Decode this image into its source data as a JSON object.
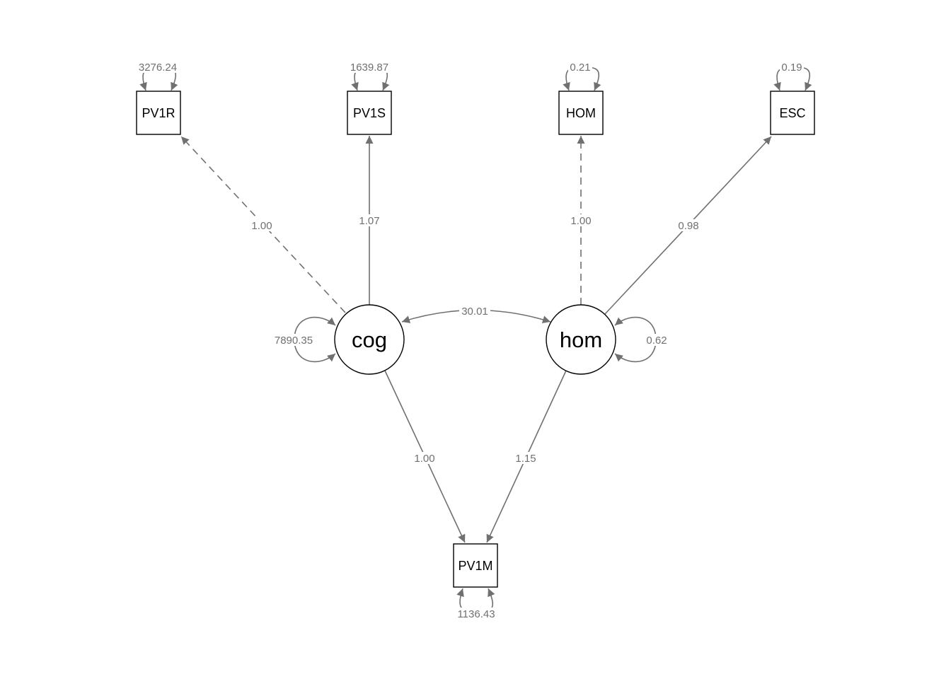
{
  "nodes": {
    "pv1r": {
      "label": "PV1R",
      "type": "manifest"
    },
    "pv1s": {
      "label": "PV1S",
      "type": "manifest"
    },
    "hom_m": {
      "label": "HOM",
      "type": "manifest"
    },
    "esc": {
      "label": "ESC",
      "type": "manifest"
    },
    "pv1m": {
      "label": "PV1M",
      "type": "manifest"
    },
    "cog": {
      "label": "cog",
      "type": "latent"
    },
    "hom": {
      "label": "hom",
      "type": "latent"
    }
  },
  "loadings": {
    "cog_pv1r": {
      "value": "1.00",
      "style": "dashed"
    },
    "cog_pv1s": {
      "value": "1.07",
      "style": "solid"
    },
    "hom_hom": {
      "value": "1.00",
      "style": "dashed"
    },
    "hom_esc": {
      "value": "0.98",
      "style": "solid"
    },
    "cog_pv1m": {
      "value": "1.00",
      "style": "solid"
    },
    "hom_pv1m": {
      "value": "1.15",
      "style": "solid"
    }
  },
  "covariances": {
    "cog_hom": "30.01"
  },
  "variances": {
    "pv1r": "3276.24",
    "pv1s": "1639.87",
    "hom_m": "0.21",
    "esc": "0.19",
    "pv1m": "1136.43",
    "cog": "7890.35",
    "hom": "0.62"
  },
  "colors": {
    "edge": "#707070",
    "node_border": "#000000",
    "background": "#ffffff"
  }
}
